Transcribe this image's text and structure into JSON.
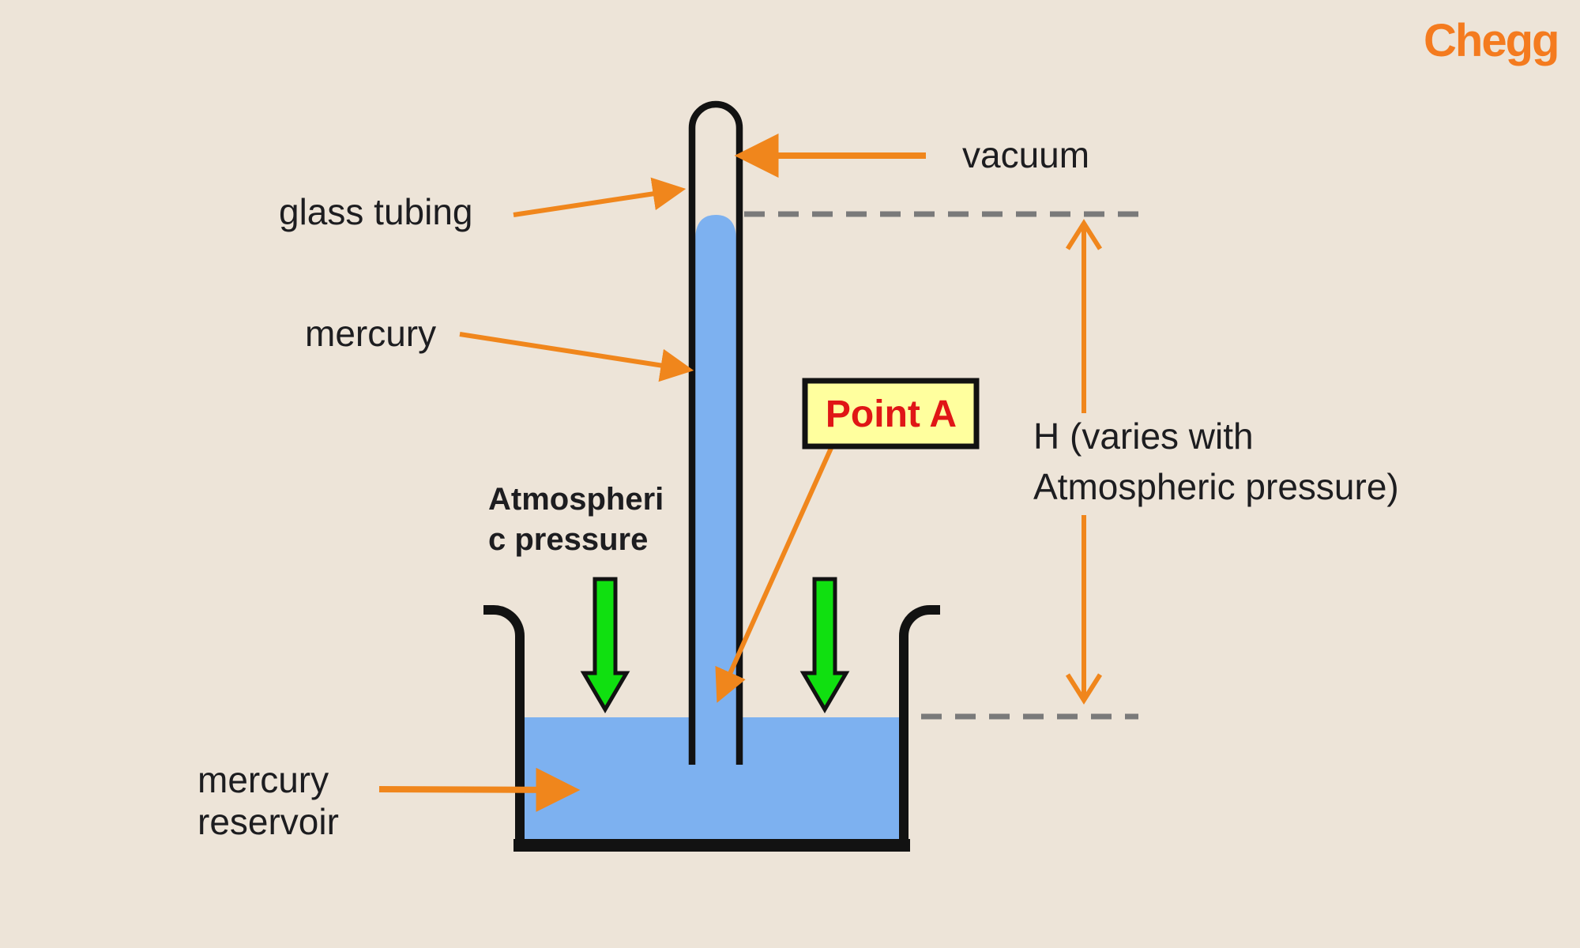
{
  "brand": {
    "logo_text": "Chegg"
  },
  "diagram": {
    "title_semantic": "mercury barometer diagram",
    "labels": {
      "vacuum": "vacuum",
      "glass_tubing": "glass tubing",
      "mercury": "mercury",
      "point_a": "Point A",
      "atmospheric_pressure_line1": "Atmospheri",
      "atmospheric_pressure_line2": "c pressure",
      "height_line1": "H (varies with",
      "height_line2": "Atmospheric pressure)",
      "mercury_reservoir_line1": "mercury",
      "mercury_reservoir_line2": "reservoir"
    },
    "colors": {
      "background": "#EDE4D8",
      "mercury_fill": "#7DB1F0",
      "arrow_orange": "#F0861C",
      "pressure_arrow_green": "#10E010",
      "point_a_box_fill": "#FFFF9E",
      "point_a_text": "#E01616",
      "outline_black": "#121212",
      "dashed_gray": "#7A7A7A",
      "label_text": "#1D1D20",
      "chegg_orange": "#F47B1F"
    }
  }
}
